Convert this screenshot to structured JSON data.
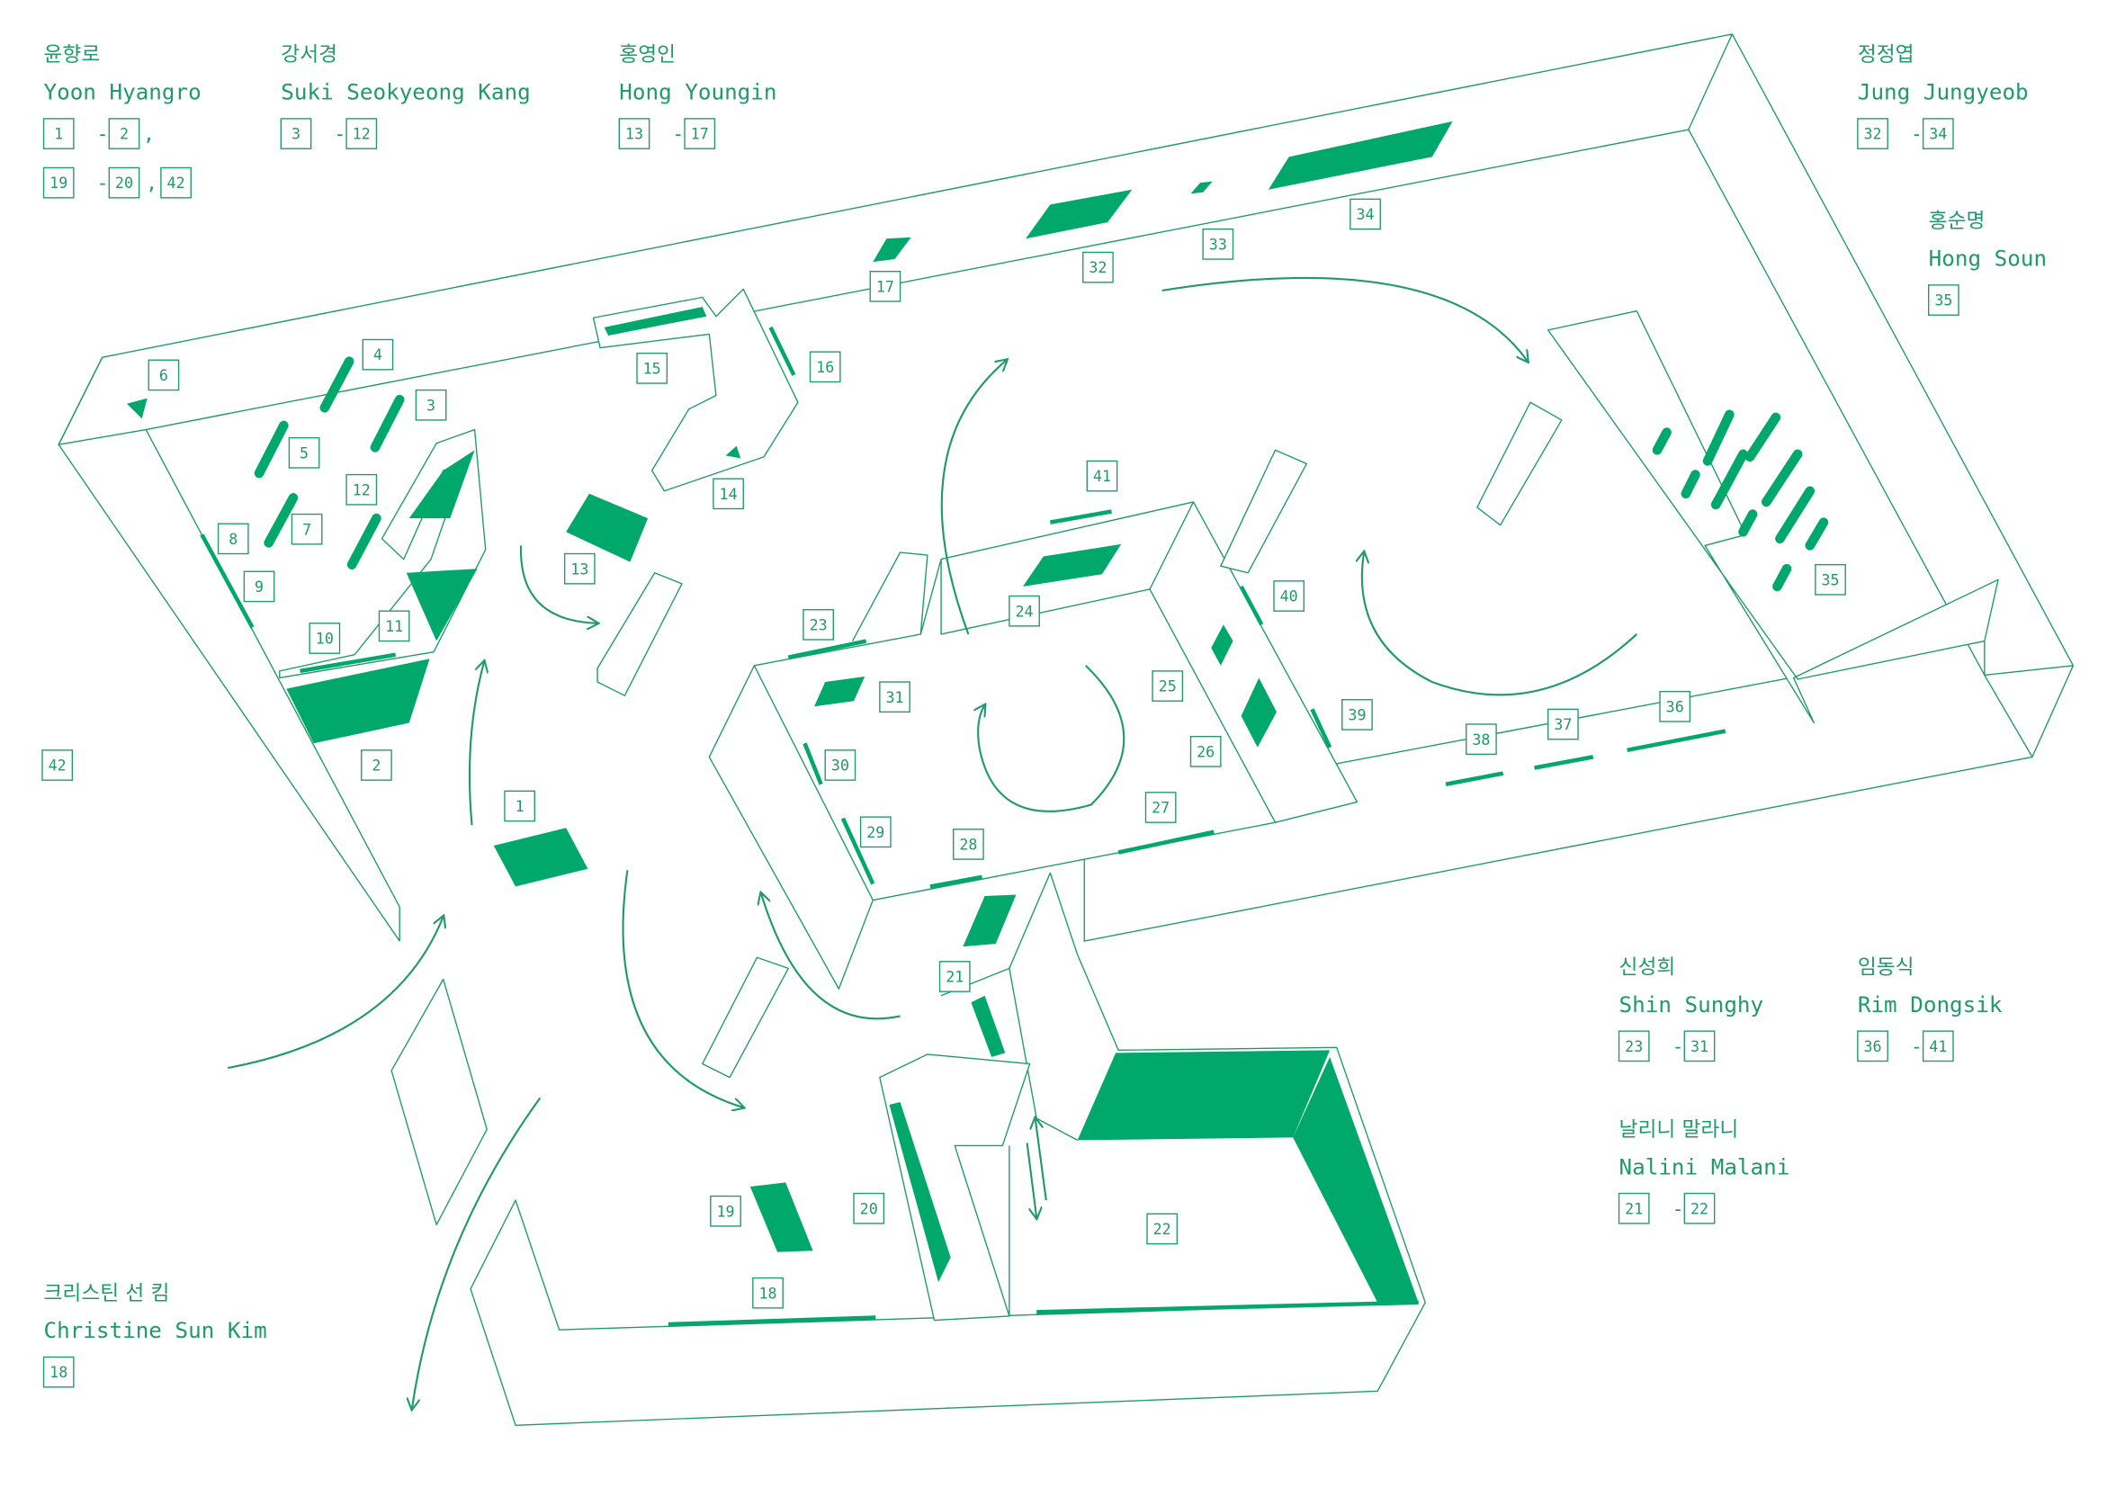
{
  "title": "Exhibition floor plan",
  "colors": {
    "accent": "#00a86b",
    "line": "#1f9a68",
    "background": "#ffffff"
  },
  "range_separator": "-",
  "list_separator": ",",
  "legend": [
    {
      "kr": "윤향로",
      "en": "Yoon Hyangro",
      "rows": [
        [
          [
            "1",
            "2"
          ]
        ],
        [
          [
            "19",
            "20"
          ],
          [
            "42"
          ]
        ]
      ]
    },
    {
      "kr": "강서경",
      "en": "Suki Seokyeong Kang",
      "rows": [
        [
          [
            "3",
            "12"
          ]
        ]
      ]
    },
    {
      "kr": "홍영인",
      "en": "Hong Youngin",
      "rows": [
        [
          [
            "13",
            "17"
          ]
        ]
      ]
    },
    {
      "kr": "정정엽",
      "en": "Jung Jungyeob",
      "rows": [
        [
          [
            "32",
            "34"
          ]
        ]
      ]
    },
    {
      "kr": "홍순명",
      "en": "Hong Soun",
      "rows": [
        [
          [
            "35"
          ]
        ]
      ]
    },
    {
      "kr": "신성희",
      "en": "Shin Sunghy",
      "rows": [
        [
          [
            "23",
            "31"
          ]
        ]
      ]
    },
    {
      "kr": "임동식",
      "en": "Rim Dongsik",
      "rows": [
        [
          [
            "36",
            "41"
          ]
        ]
      ]
    },
    {
      "kr": "날리니 말라니",
      "en": "Nalini Malani",
      "rows": [
        [
          [
            "21",
            "22"
          ]
        ]
      ]
    },
    {
      "kr": "크리스틴 선 킴",
      "en": "Christine Sun Kim",
      "rows": [
        [
          [
            "18"
          ]
        ]
      ]
    }
  ],
  "markers": [
    "1",
    "2",
    "3",
    "4",
    "5",
    "6",
    "7",
    "8",
    "9",
    "10",
    "11",
    "12",
    "13",
    "14",
    "15",
    "16",
    "17",
    "18",
    "19",
    "20",
    "21",
    "22",
    "23",
    "24",
    "25",
    "26",
    "27",
    "28",
    "29",
    "30",
    "31",
    "32",
    "33",
    "34",
    "35",
    "36",
    "37",
    "38",
    "39",
    "40",
    "41",
    "42"
  ]
}
